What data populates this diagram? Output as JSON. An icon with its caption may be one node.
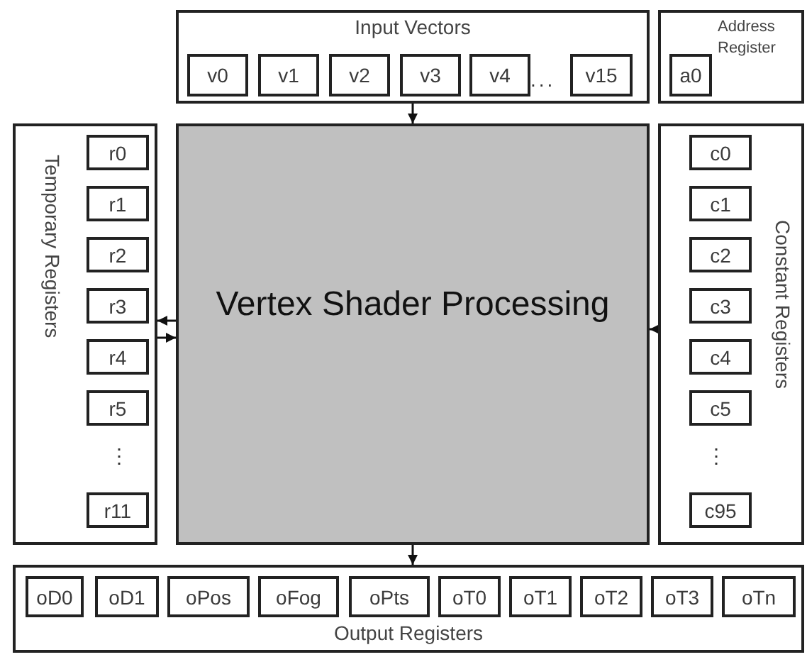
{
  "diagram": {
    "nodes": [
      {
        "text": [
          "Input Vectors"
        ]
      },
      {
        "text": [
          "v0"
        ],
        "in": 0
      },
      {
        "text": [
          "v1"
        ],
        "in": 0
      },
      {
        "text": [
          "v2"
        ],
        "in": 0
      },
      {
        "text": [
          "v3"
        ],
        "in": 0
      },
      {
        "text": [
          "v4"
        ],
        "in": 0
      },
      {
        "text": [
          "v15"
        ],
        "in": 0
      },
      {
        "text": [
          "Address Register"
        ]
      },
      {
        "text": [
          "a0"
        ],
        "in": 7
      },
      {
        "text": [
          "Temporary Registers"
        ]
      },
      {
        "text": [
          "r0"
        ],
        "in": 9
      },
      {
        "text": [
          "r1"
        ],
        "in": 9
      },
      {
        "text": [
          "r2"
        ],
        "in": 9
      },
      {
        "text": [
          "r3"
        ],
        "in": 9
      },
      {
        "text": [
          "r4"
        ],
        "in": 9
      },
      {
        "text": [
          "r5"
        ],
        "in": 9
      },
      {
        "text": [
          "r11"
        ],
        "in": 9
      },
      {
        "text": [
          "Vertex Shader Processing"
        ]
      },
      {
        "text": [
          "Constant Registers"
        ]
      },
      {
        "text": [
          "c0"
        ],
        "in": 18
      },
      {
        "text": [
          "c1"
        ],
        "in": 18
      },
      {
        "text": [
          "c2"
        ],
        "in": 18
      },
      {
        "text": [
          "c3"
        ],
        "in": 18
      },
      {
        "text": [
          "c4"
        ],
        "in": 18
      },
      {
        "text": [
          "c5"
        ],
        "in": 18
      },
      {
        "text": [
          "c95"
        ],
        "in": 18
      },
      {
        "text": [
          "Output Registers"
        ]
      },
      {
        "text": [
          "oD0"
        ],
        "in": 26
      },
      {
        "text": [
          "oD1"
        ],
        "in": 26
      },
      {
        "text": [
          "oPos"
        ],
        "in": 26
      },
      {
        "text": [
          "oFog"
        ],
        "in": 26
      },
      {
        "text": [
          "oPts"
        ],
        "in": 26
      },
      {
        "text": [
          "oT0"
        ],
        "in": 26
      },
      {
        "text": [
          "oT1"
        ],
        "in": 26
      },
      {
        "text": [
          "oT2"
        ],
        "in": 26
      },
      {
        "text": [
          "oT3"
        ],
        "in": 26
      },
      {
        "text": [
          "oTn"
        ],
        "in": 26
      }
    ],
    "edges": [
      {
        "from": 0,
        "to": 17,
        "arrow": "to"
      },
      {
        "from": 17,
        "to": 9,
        "arrow": "to"
      },
      {
        "from": 9,
        "to": 17,
        "arrow": "to"
      },
      {
        "from": 18,
        "to": 17,
        "arrow": "to"
      },
      {
        "from": 17,
        "to": 26,
        "arrow": "to"
      }
    ],
    "labels": [
      "...",
      "⋮",
      "⋮"
    ]
  }
}
